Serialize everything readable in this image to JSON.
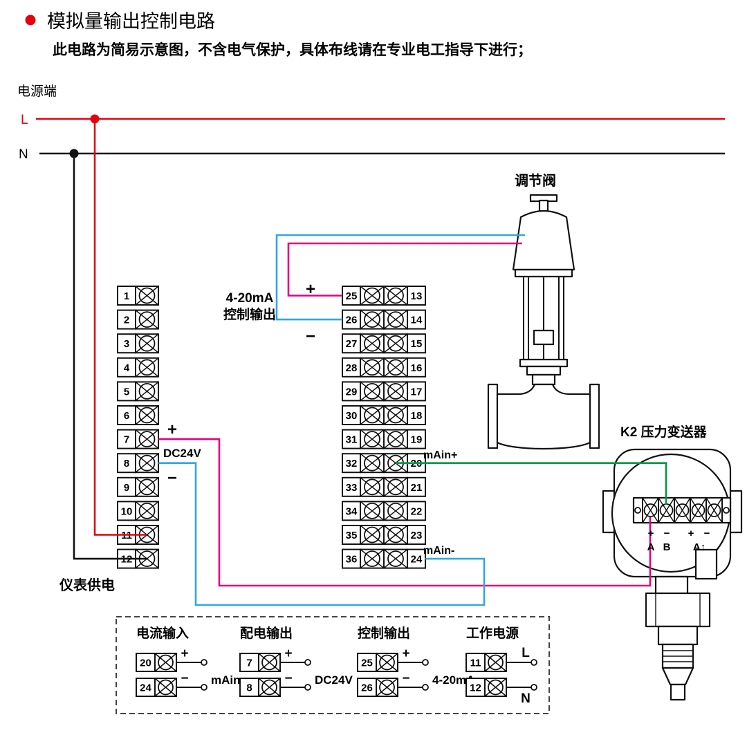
{
  "header": {
    "title": "模拟量输出控制电路",
    "subtitle": "此电路为简易示意图，不含电气保护，具体布线请在专业电工指导下进行；"
  },
  "power": {
    "label": "电源端",
    "live": "L",
    "neutral": "N"
  },
  "device": {
    "left_terminals": [
      "1",
      "2",
      "3",
      "4",
      "5",
      "6",
      "7",
      "8",
      "9",
      "10",
      "11",
      "12"
    ],
    "mid_left_terminals": [
      "25",
      "26",
      "27",
      "28",
      "29",
      "30",
      "31",
      "32",
      "33",
      "34",
      "35",
      "36"
    ],
    "mid_right_terminals": [
      "13",
      "14",
      "15",
      "16",
      "17",
      "18",
      "19",
      "20",
      "21",
      "22",
      "23",
      "24"
    ],
    "output_label_line1": "4-20mA",
    "output_label_line2": "控制输出",
    "plus": "+",
    "minus": "−",
    "dc24v": "DC24V",
    "main_plus": "mAin+",
    "main_minus": "mAin-",
    "supply_label": "仪表供电"
  },
  "valve": {
    "label": "调节阀"
  },
  "transmitter": {
    "label": "K2 压力变送器",
    "terminal_labels_row1": [
      "+",
      "−",
      "+",
      "−"
    ],
    "terminal_labels_row2": [
      "A",
      "B",
      "A↑"
    ]
  },
  "legend": {
    "groups": [
      {
        "title": "电流输入",
        "label": "mAin",
        "rows": [
          {
            "num": "20",
            "sign": "+"
          },
          {
            "num": "24",
            "sign": "−"
          }
        ]
      },
      {
        "title": "配电输出",
        "label": "DC24V",
        "rows": [
          {
            "num": "7",
            "sign": "+"
          },
          {
            "num": "8",
            "sign": "−"
          }
        ]
      },
      {
        "title": "控制输出",
        "label": "4-20mA",
        "rows": [
          {
            "num": "25",
            "sign": "+"
          },
          {
            "num": "26",
            "sign": "−"
          }
        ]
      },
      {
        "title": "工作电源",
        "label": "",
        "rows": [
          {
            "num": "11",
            "sign": "L"
          },
          {
            "num": "12",
            "sign": "N"
          }
        ]
      }
    ]
  },
  "colors": {
    "red": "#e60012",
    "black": "#111111",
    "magenta": "#e4007f",
    "blue": "#2fa8e0",
    "green": "#009944"
  }
}
